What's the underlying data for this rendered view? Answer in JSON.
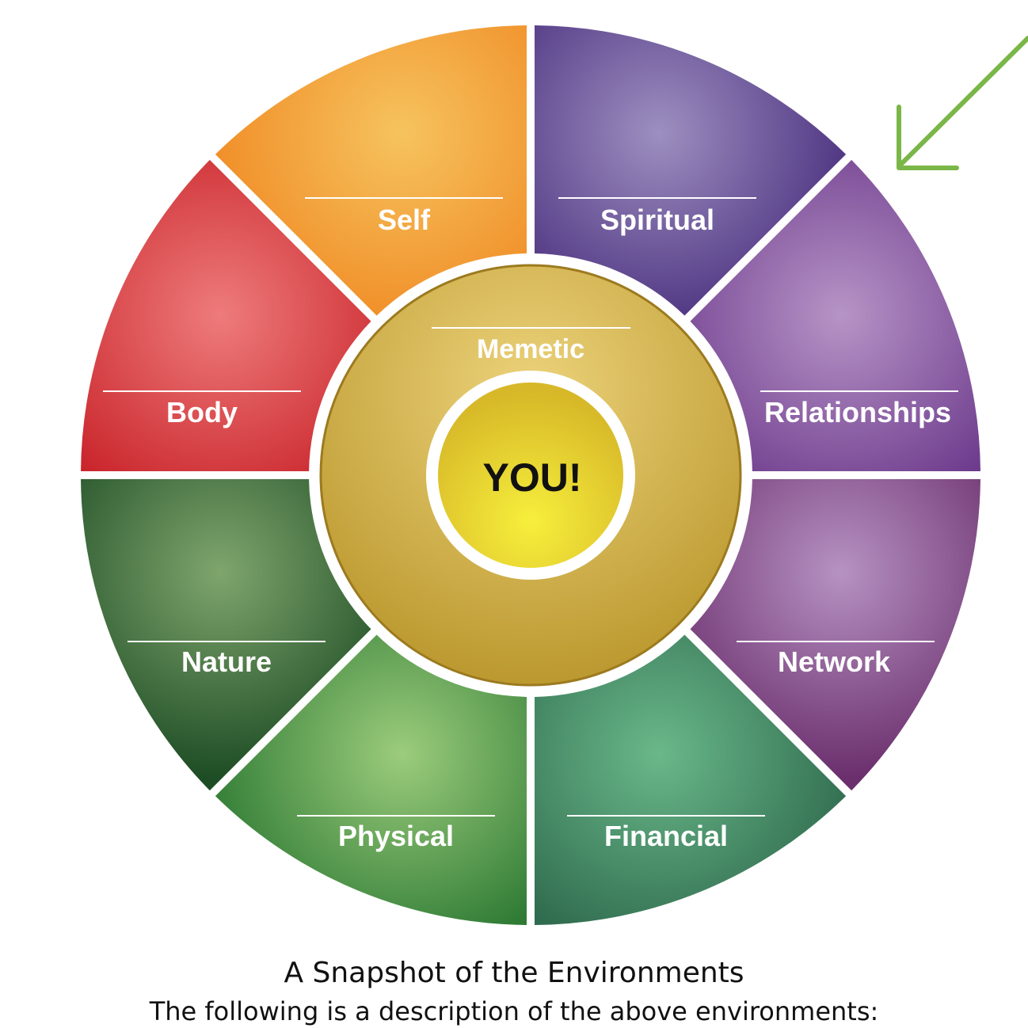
{
  "diagram": {
    "center_label": "YOU!",
    "inner_ring_label": "Memetic",
    "segments": [
      {
        "id": "self",
        "label": "Self",
        "color": "#f08a24",
        "light": "#f6c35e"
      },
      {
        "id": "spiritual",
        "label": "Spiritual",
        "color": "#4a2f7e",
        "light": "#9d8fc0"
      },
      {
        "id": "relationships",
        "label": "Relationships",
        "color": "#6d3a8c",
        "light": "#b694c6"
      },
      {
        "id": "network",
        "label": "Network",
        "color": "#6b2f6d",
        "light": "#b692c2"
      },
      {
        "id": "financial",
        "label": "Financial",
        "color": "#2f6b4e",
        "light": "#6ab88a"
      },
      {
        "id": "physical",
        "label": "Physical",
        "color": "#2e7a34",
        "light": "#9ccc7c"
      },
      {
        "id": "nature",
        "label": "Nature",
        "color": "#1e4d25",
        "light": "#7fa56d"
      },
      {
        "id": "body",
        "label": "Body",
        "color": "#c9252b",
        "light": "#ee7b7b"
      }
    ],
    "colors": {
      "inner_ring": "#b8952a",
      "inner_ring_light": "#ecd27a",
      "center": "#f2e63a",
      "arrow": "#7ab648"
    }
  },
  "caption": {
    "title": "A Snapshot of the Environments",
    "subtitle": "The following is a description of the above environments:"
  }
}
